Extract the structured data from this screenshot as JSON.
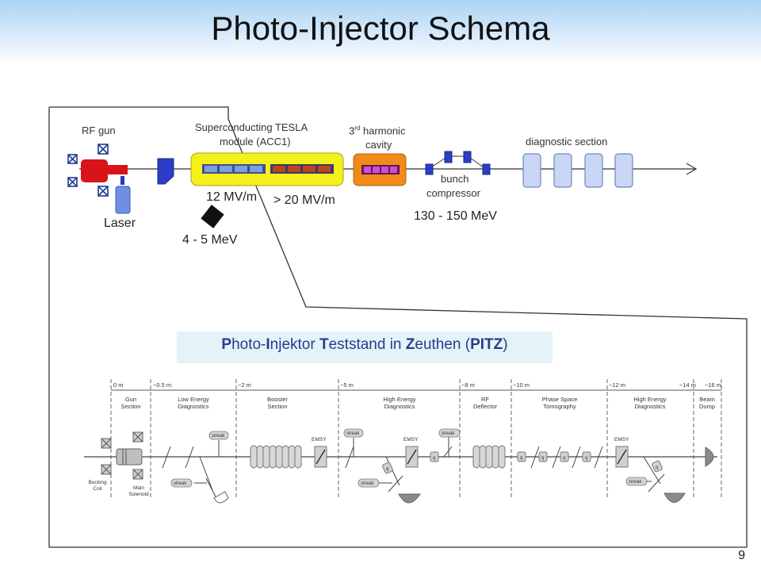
{
  "slide": {
    "title": "Photo-Injector Schema",
    "page_number": "9"
  },
  "top_schema": {
    "rf_gun": "RF gun",
    "tesla_line1": "Superconducting TESLA",
    "tesla_line2": "module (ACC1)",
    "harmonic_prefix": "3",
    "harmonic_sup": "rd",
    "harmonic_line1_rest": " harmonic",
    "harmonic_line2": "cavity",
    "diagnostic": "diagnostic section",
    "bunch_line1": "bunch",
    "bunch_line2": "compressor",
    "laser": "Laser",
    "field_12": "12 MV/m",
    "field_20": "> 20 MV/m",
    "energy_low": "4 - 5 MeV",
    "energy_high": "130 - 150 MeV"
  },
  "pitz": {
    "w1a": "P",
    "w1b": "hoto-",
    "w2a": "I",
    "w2b": "njektor ",
    "w3a": "T",
    "w3b": "eststand in ",
    "w4a": "Z",
    "w4b": "euthen (",
    "w5": "PITZ",
    "w6": ")"
  },
  "layout_scheme": {
    "distances": [
      "0 m",
      "~0.5 m",
      "~2 m",
      "~5 m",
      "~8 m",
      "~10 m",
      "~12 m",
      "~14 m",
      "~16 m"
    ],
    "sections": [
      [
        "Gun",
        "Section"
      ],
      [
        "Low Energy",
        "Diagnostics"
      ],
      [
        "Booster",
        "Section"
      ],
      [
        "High Energy",
        "Diagnostics"
      ],
      [
        "RF",
        "Deflector"
      ],
      [
        "Phase Space",
        "Tomography"
      ],
      [
        "High Energy",
        "Diagnostics"
      ],
      [
        "Beam",
        "Dump"
      ]
    ],
    "bucking_coil": [
      "Bucking",
      "Coil"
    ],
    "main_solenoid": [
      "Main",
      "Solenoid"
    ],
    "streak": "streak",
    "emsy": "EMSY",
    "q": "q"
  }
}
